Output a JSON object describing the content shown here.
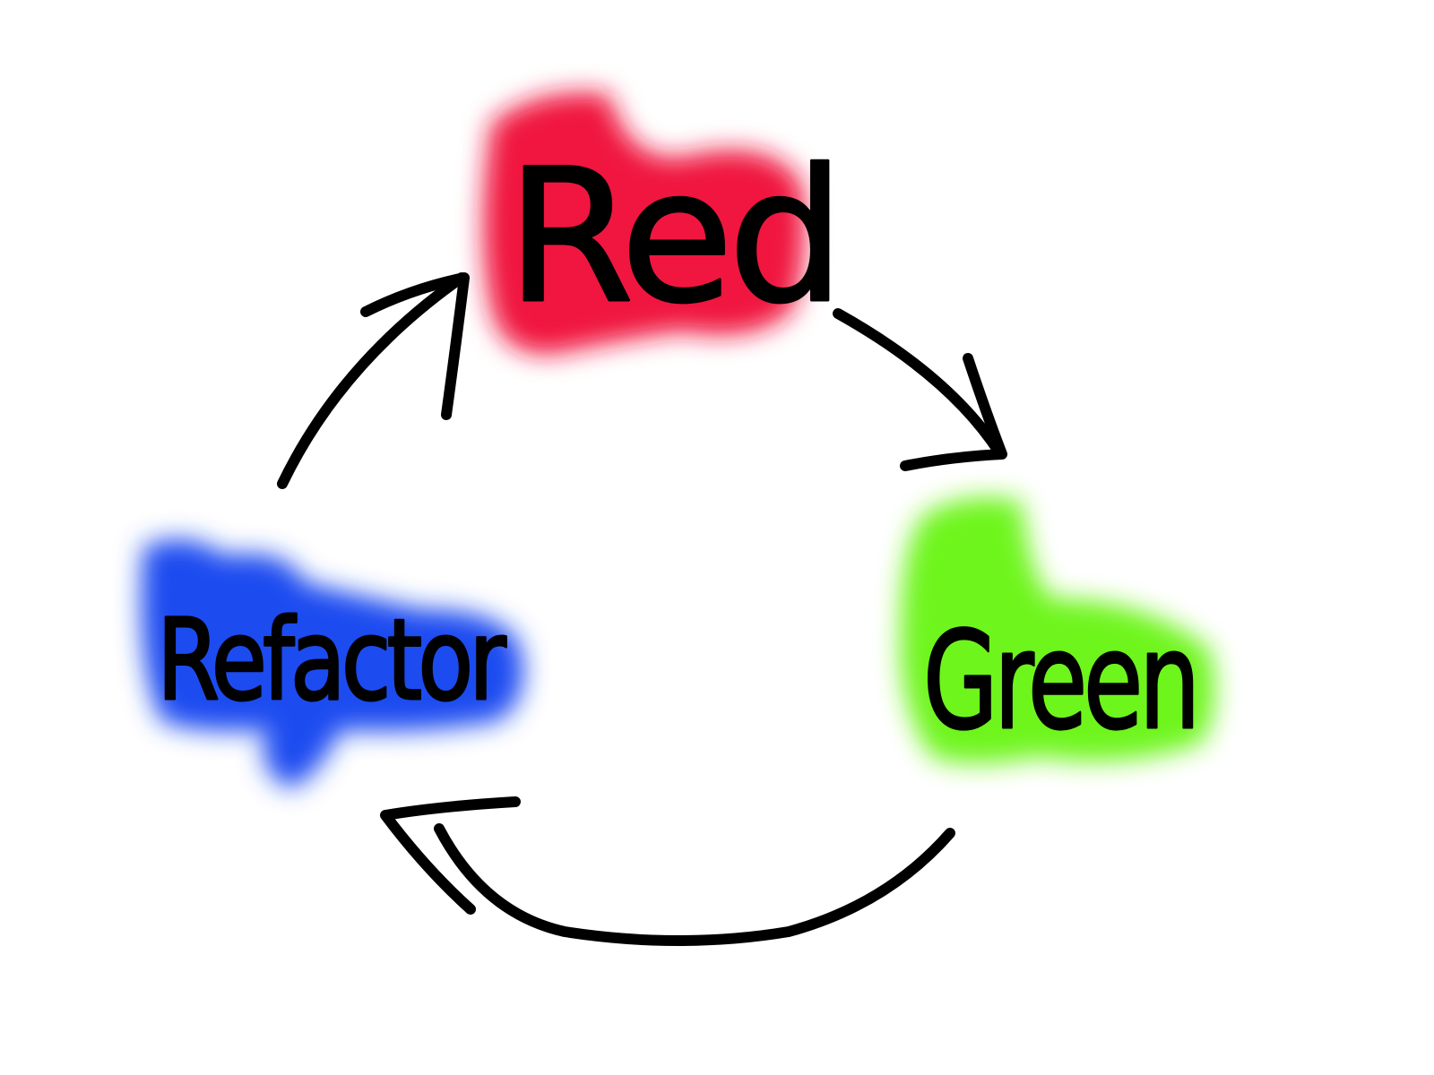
{
  "nodes": [
    {
      "id": "red",
      "label": "Red",
      "color": "#f0163f"
    },
    {
      "id": "green",
      "label": "Green",
      "color": "#6ef51a"
    },
    {
      "id": "refactor",
      "label": "Refactor",
      "color": "#1f4cf0"
    }
  ],
  "edges": [
    {
      "from": "red",
      "to": "green"
    },
    {
      "from": "green",
      "to": "refactor"
    },
    {
      "from": "refactor",
      "to": "red"
    }
  ],
  "stroke_color": "#000000"
}
